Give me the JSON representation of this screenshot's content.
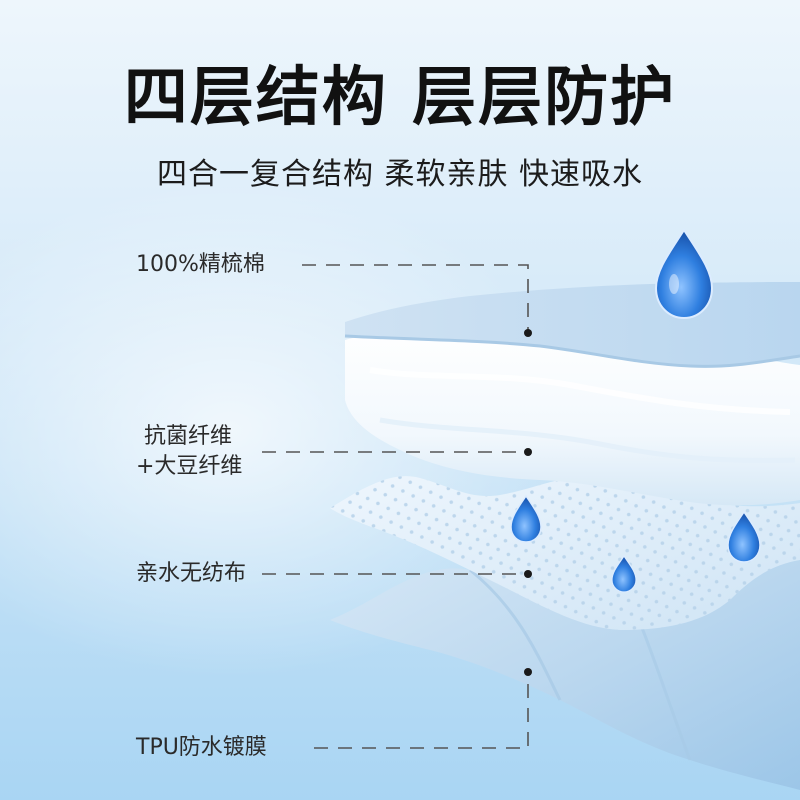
{
  "header": {
    "title": "四层结构 层层防护",
    "subtitle": "四合一复合结构 柔软亲肤 快速吸水"
  },
  "layers": [
    {
      "label_lines": [
        "100%精梳棉"
      ]
    },
    {
      "label_lines": [
        "抗菌纤维",
        "+大豆纤维"
      ]
    },
    {
      "label_lines": [
        "亲水无纺布"
      ]
    },
    {
      "label_lines": [
        "TPU防水镀膜"
      ]
    }
  ],
  "colors": {
    "background_top": "#eef6fc",
    "background_bottom": "#a9d5f3",
    "title_text": "#111111",
    "water_drop": "#2f7fe0",
    "leader_line": "#555555"
  },
  "icons": [
    "water-drop-icon"
  ]
}
